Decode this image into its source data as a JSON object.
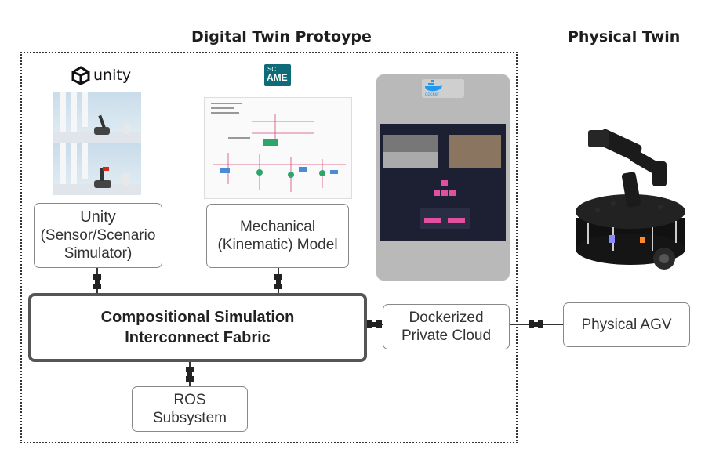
{
  "headings": {
    "digital_twin": "Digital Twin Protoype",
    "physical_twin": "Physical Twin"
  },
  "logos": {
    "unity": "unity",
    "ame_top": "SC",
    "ame_main": "AME",
    "docker": "docker"
  },
  "nodes": {
    "unity": [
      "Unity",
      "(Sensor/Scenario",
      "Simulator)"
    ],
    "mechanical": [
      "Mechanical",
      "(Kinematic) Model"
    ],
    "fabric": [
      "Compositional Simulation",
      "Interconnect Fabric"
    ],
    "ros": [
      "ROS",
      "Subsystem"
    ],
    "cloud": [
      "Dockerized",
      "Private Cloud"
    ],
    "agv": "Physical AGV"
  },
  "colors": {
    "frame": "#333333",
    "box_border": "#888888",
    "fabric_border": "#555555",
    "ame_logo_bg": "#0e6b78",
    "docker_blue": "#2496ed",
    "dashboard_bg": "#1d2033",
    "dashboard_button": "#e0509e"
  }
}
